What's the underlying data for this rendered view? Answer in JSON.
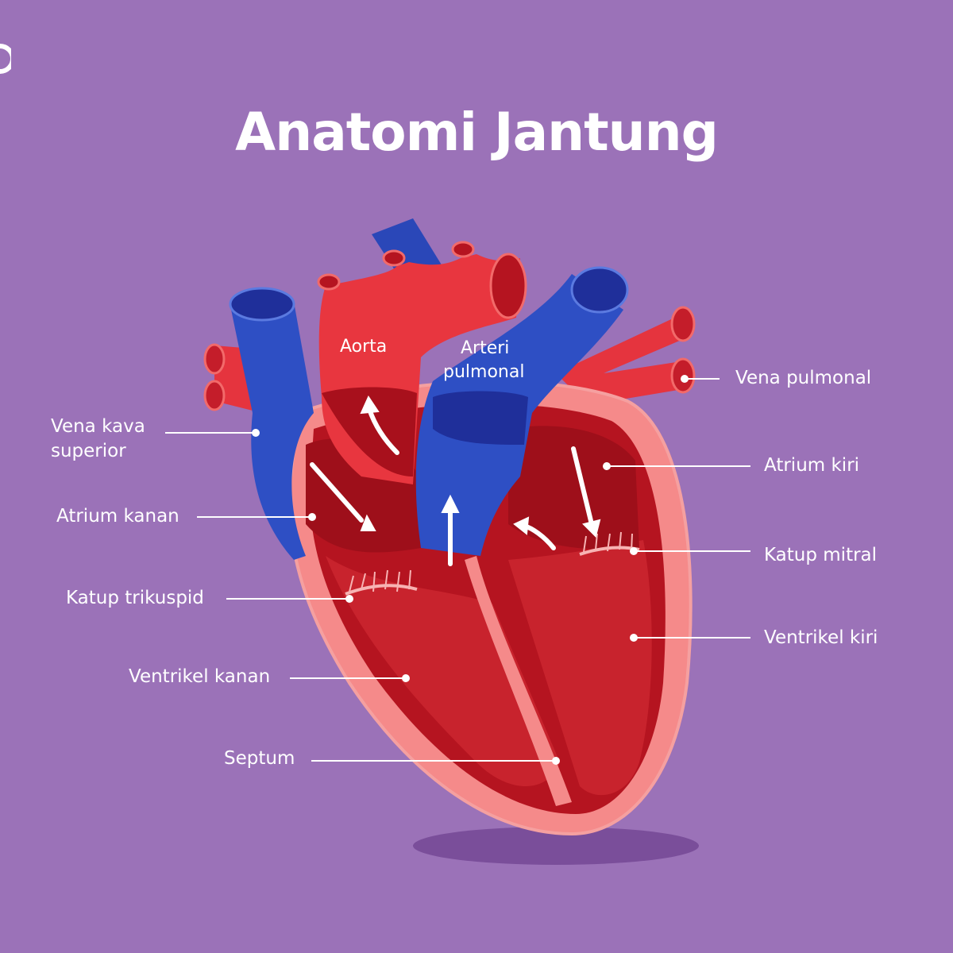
{
  "title": "Anatomi Jantung",
  "labels": {
    "aorta": "Aorta",
    "arteri_pulmonal_1": "Arteri",
    "arteri_pulmonal_2": "pulmonal",
    "vena_kava_1": "Vena kava",
    "vena_kava_2": "superior",
    "atrium_kanan": "Atrium kanan",
    "katup_trikuspid": "Katup trikuspid",
    "ventrikel_kanan": "Ventrikel kanan",
    "septum": "Septum",
    "vena_pulmonal": "Vena pulmonal",
    "atrium_kiri": "Atrium kiri",
    "katup_mitral": "Katup mitral",
    "ventrikel_kiri": "Ventrikel kiri"
  },
  "colors": {
    "background": "#9b72b8",
    "artery_red": "#e8363f",
    "chamber_dark": "#a8101c",
    "vein_blue": "#2a47b8",
    "wall_pink": "#f58a8a",
    "text": "#ffffff"
  }
}
